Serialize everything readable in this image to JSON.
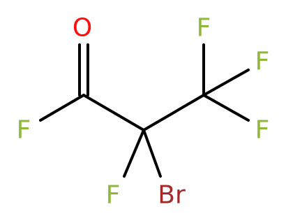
{
  "structure": {
    "atoms": {
      "oxygen": {
        "symbol": "O",
        "color": "#ff0d0d"
      },
      "acyl_fluorine": {
        "symbol": "F",
        "color": "#8fb83a"
      },
      "alpha_fluorine": {
        "symbol": "F",
        "color": "#8fb83a"
      },
      "bromine": {
        "symbol": "Br",
        "color": "#a62929"
      },
      "cf3_fluorine_top": {
        "symbol": "F",
        "color": "#8fb83a"
      },
      "cf3_fluorine_right": {
        "symbol": "F",
        "color": "#8fb83a"
      },
      "cf3_fluorine_lower": {
        "symbol": "F",
        "color": "#8fb83a"
      }
    },
    "bond_color": "#000000"
  }
}
